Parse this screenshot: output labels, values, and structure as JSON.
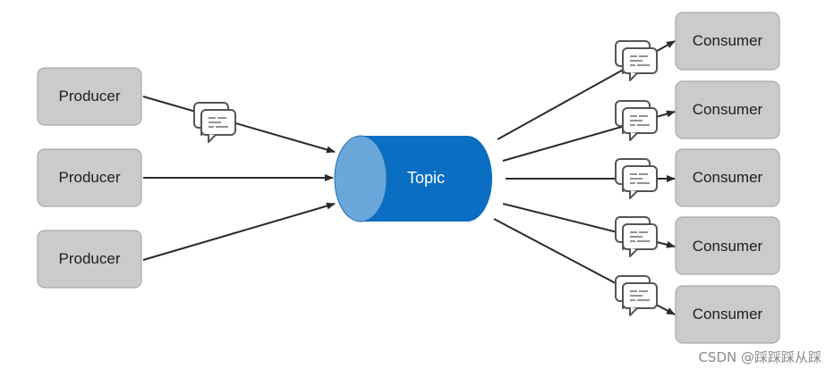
{
  "diagram": {
    "producers": [
      {
        "label": "Producer"
      },
      {
        "label": "Producer"
      },
      {
        "label": "Producer"
      }
    ],
    "topic": {
      "label": "Topic"
    },
    "consumers": [
      {
        "label": "Consumer"
      },
      {
        "label": "Consumer"
      },
      {
        "label": "Consumer"
      },
      {
        "label": "Consumer"
      },
      {
        "label": "Consumer"
      }
    ],
    "colors": {
      "box_fill": "#cbcbcb",
      "box_stroke": "#a9a9a9",
      "topic_body": "#0a6fc2",
      "topic_face": "#6aa8db",
      "arrow": "#2a2a2a",
      "message_icon": "#555555"
    }
  },
  "watermark": "CSDN @踩踩踩从踩"
}
